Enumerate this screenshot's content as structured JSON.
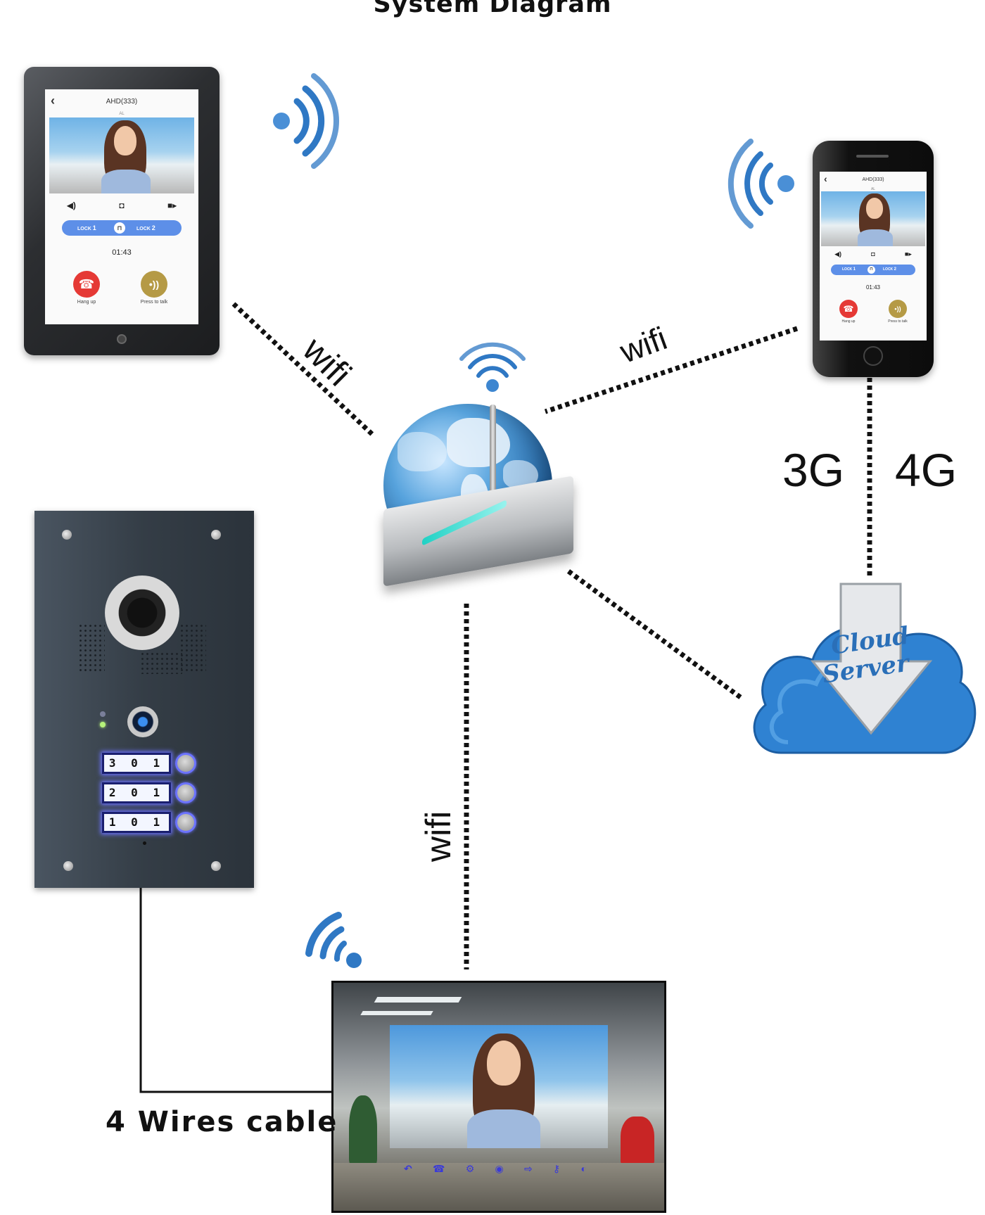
{
  "diagram": {
    "title": "System Diagram"
  },
  "tablet_app": {
    "header": "AHD(333)",
    "sub": "AL",
    "lock1_label": "LOCK",
    "lock1_num": "1",
    "lock2_label": "LOCK",
    "lock2_num": "2",
    "timer": "01:43",
    "hangup_label": "Hang up",
    "talk_label": "Press to talk"
  },
  "phone_app": {
    "header": "AHD(333)",
    "sub": "AL",
    "lock1_label": "LOCK",
    "lock1_num": "1",
    "lock2_label": "LOCK",
    "lock2_num": "2",
    "timer": "01:43",
    "hangup_label": "Hang up",
    "talk_label": "Press to talk"
  },
  "door_station": {
    "apartments": [
      "3 0 1",
      "2 0 1",
      "1 0 1"
    ]
  },
  "cloud": {
    "line1": "Cloud",
    "line2": "Server"
  },
  "links": {
    "wifi_tablet": "wifi",
    "wifi_phone": "wifi",
    "wifi_monitor": "wifi",
    "mobile_3g": "3G",
    "mobile_4g": "4G",
    "cable": "4  Wires cable"
  },
  "colors": {
    "wifi_blue": "#2f78c4",
    "lock_blue": "#5d8fe8",
    "hangup_red": "#e53935",
    "talk_gold": "#b59a45",
    "cloud_blue": "#2f82d2",
    "led_glow": "#6c73ff"
  },
  "icons": [
    "back-arrow-icon",
    "speaker-icon",
    "camera-icon",
    "video-icon",
    "padlock-icon",
    "hangup-phone-icon",
    "talk-icon",
    "wifi-signal-icon"
  ]
}
